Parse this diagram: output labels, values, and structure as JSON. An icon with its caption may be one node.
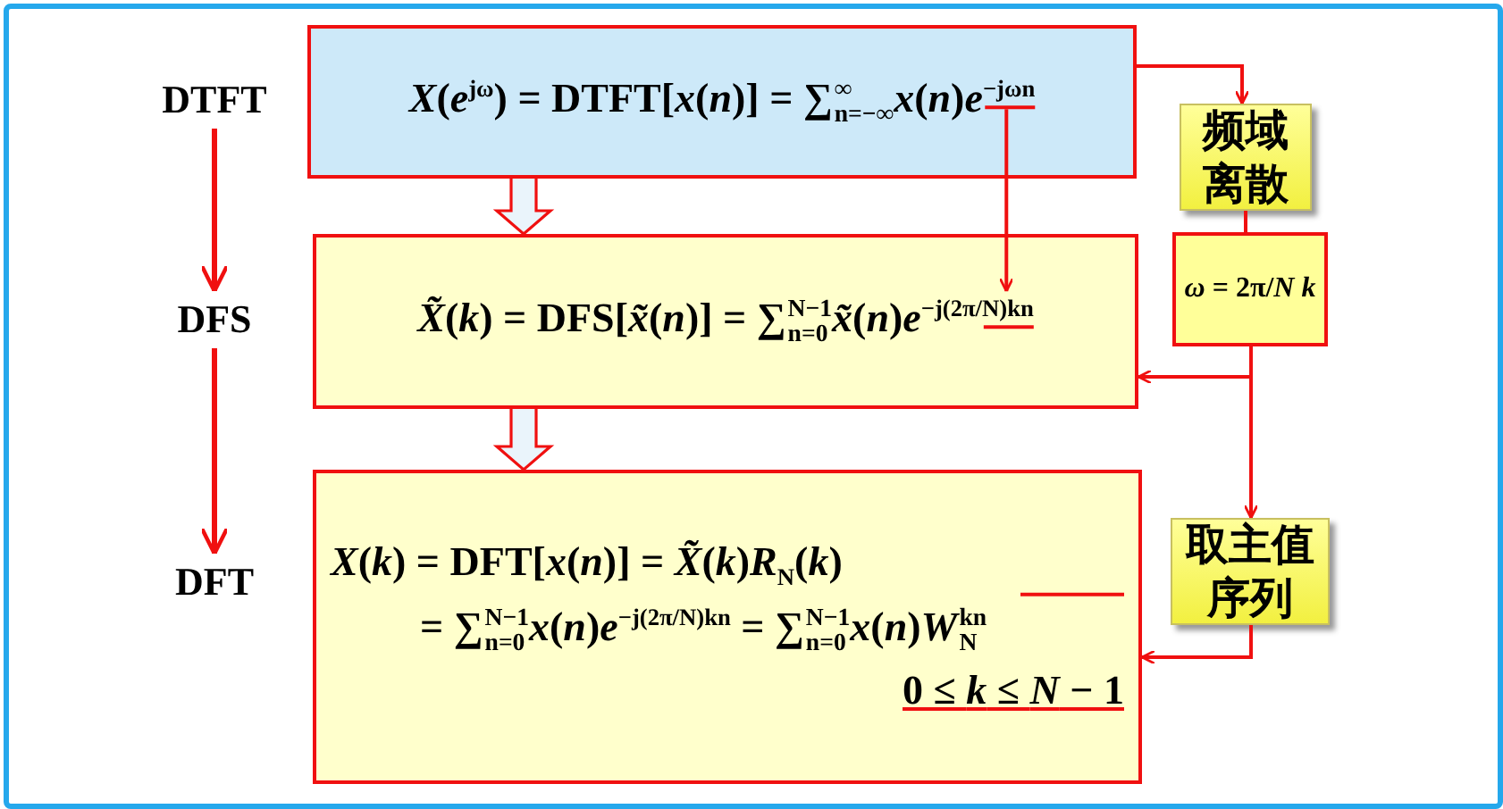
{
  "diagram": {
    "nodes": [
      {
        "text": [
          "DTFT"
        ]
      },
      {
        "text": [
          "DFS"
        ]
      },
      {
        "text": [
          "DFT"
        ]
      },
      {
        "text": [
          "*X*(*e*$^{jω}$) = DTFT[*x*(*n*)] = ∑$_{n=−∞}$$^{∞}$*x*(*n*)*e*$^{−jωn}$"
        ]
      },
      {
        "text": [
          "*X̃*(*k*) = DFS[*x̃*(*n*)] = ∑$_{n=0}$$^{N−1}$*x̃*(*n*)*e*$^{−j(2π/N)kn}$"
        ]
      },
      {
        "text": [
          "*X*(*k*) = DFT[*x*(*n*)] = *X̃*(*k*)*R*$_{N}$(*k*)",
          "= ∑$_{n=0}$$^{N−1}$*x*(*n*)*e*$^{−j(2π/N)kn}$ = ∑$_{n=0}$$^{N−1}$*x*(*n*)*W*$_{N}$$^{kn}$",
          "0 ≤ *k* ≤ *N* − 1"
        ]
      },
      {
        "text": [
          "频域离散"
        ]
      },
      {
        "text": [
          "*ω* = 2π/*N* *k*"
        ]
      },
      {
        "text": [
          "取主值序列"
        ]
      }
    ],
    "edges": [
      {
        "from": 0,
        "to": 1,
        "arrow": "to"
      },
      {
        "from": 1,
        "to": 2,
        "arrow": "to"
      },
      {
        "from": 3,
        "to": 4,
        "arrow": "to",
        "style": "thick"
      },
      {
        "from": 4,
        "to": 5,
        "arrow": "to",
        "style": "thick"
      },
      {
        "from": 3,
        "to": 4,
        "arrow": "to"
      },
      {
        "from": 3,
        "to": 6,
        "arrow": "to"
      },
      {
        "from": 6,
        "to": 7,
        "arrow": "none"
      },
      {
        "from": 7,
        "to": 4,
        "arrow": "to"
      },
      {
        "from": 7,
        "to": 8,
        "arrow": "to"
      },
      {
        "from": 8,
        "to": 5,
        "arrow": "to"
      }
    ]
  }
}
